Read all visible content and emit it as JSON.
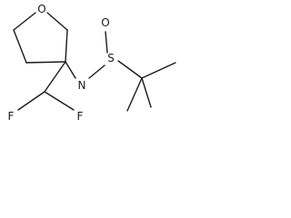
{
  "structure": {
    "atoms": {
      "ring_oxygen": "O",
      "amine_nitrogen": "N",
      "sulfur": "S",
      "sulfinyl_oxygen": "O",
      "fluorine_left": "F",
      "fluorine_right": "F"
    }
  }
}
